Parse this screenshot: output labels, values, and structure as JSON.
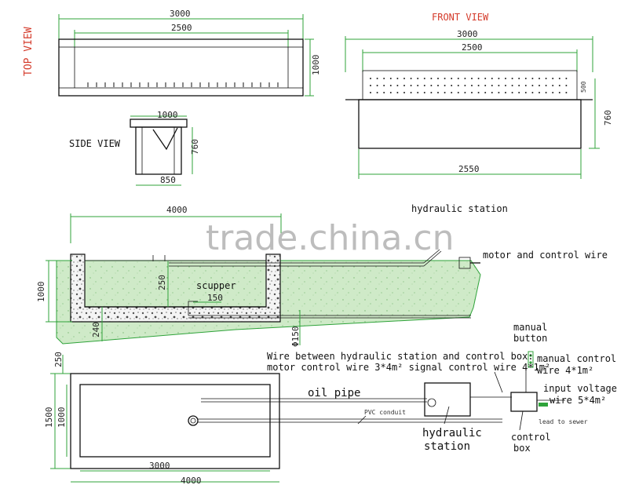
{
  "top_view": {
    "title": "TOP VIEW",
    "dim_3000": "3000",
    "dim_2500": "2500",
    "dim_1000": "1000"
  },
  "front_view": {
    "title": "FRONT VIEW",
    "dim_3000": "3000",
    "dim_2500": "2500",
    "dim_500": "500",
    "dim_760": "760",
    "dim_2550": "2550"
  },
  "side_view": {
    "title": "SIDE VIEW",
    "dim_1000": "1000",
    "dim_760": "760",
    "dim_850": "850"
  },
  "section": {
    "dim_4000": "4000",
    "dim_1000": "1000",
    "dim_250": "250",
    "dim_240": "240",
    "dim_150_scupper": "150",
    "dim_phi150": "Φ150",
    "scupper": "scupper",
    "hydraulic_station": "hydraulic station",
    "motor_control_wire": "motor and control wire"
  },
  "plan": {
    "dim_250": "250",
    "dim_1500": "1500",
    "dim_1000": "1000",
    "dim_3000": "3000",
    "dim_4000": "4000",
    "wire_note_1": "Wire between hydraulic station and control box:",
    "wire_note_2": "motor control wire 3*4m² signal control wire 4*1m²",
    "manual_button_1": "manual",
    "manual_button_2": "button",
    "manual_control_1": "manual control",
    "manual_control_2": "wire 4*1m²",
    "input_voltage_1": "input voltage",
    "input_voltage_2": "wire 5*4m²",
    "oil_pipe": "oil pipe",
    "pvc_conduit": "PVC conduit",
    "lead_to_sewer": "lead to sewer",
    "hydraulic_1": "hydraulic",
    "hydraulic_2": "station",
    "control_1": "control",
    "control_2": "box"
  },
  "watermark": "trade.china.cn",
  "colors": {
    "title_red": "#d43a2a",
    "dimension_green": "#2fa33a",
    "concrete_green": "#c9e8c4"
  }
}
